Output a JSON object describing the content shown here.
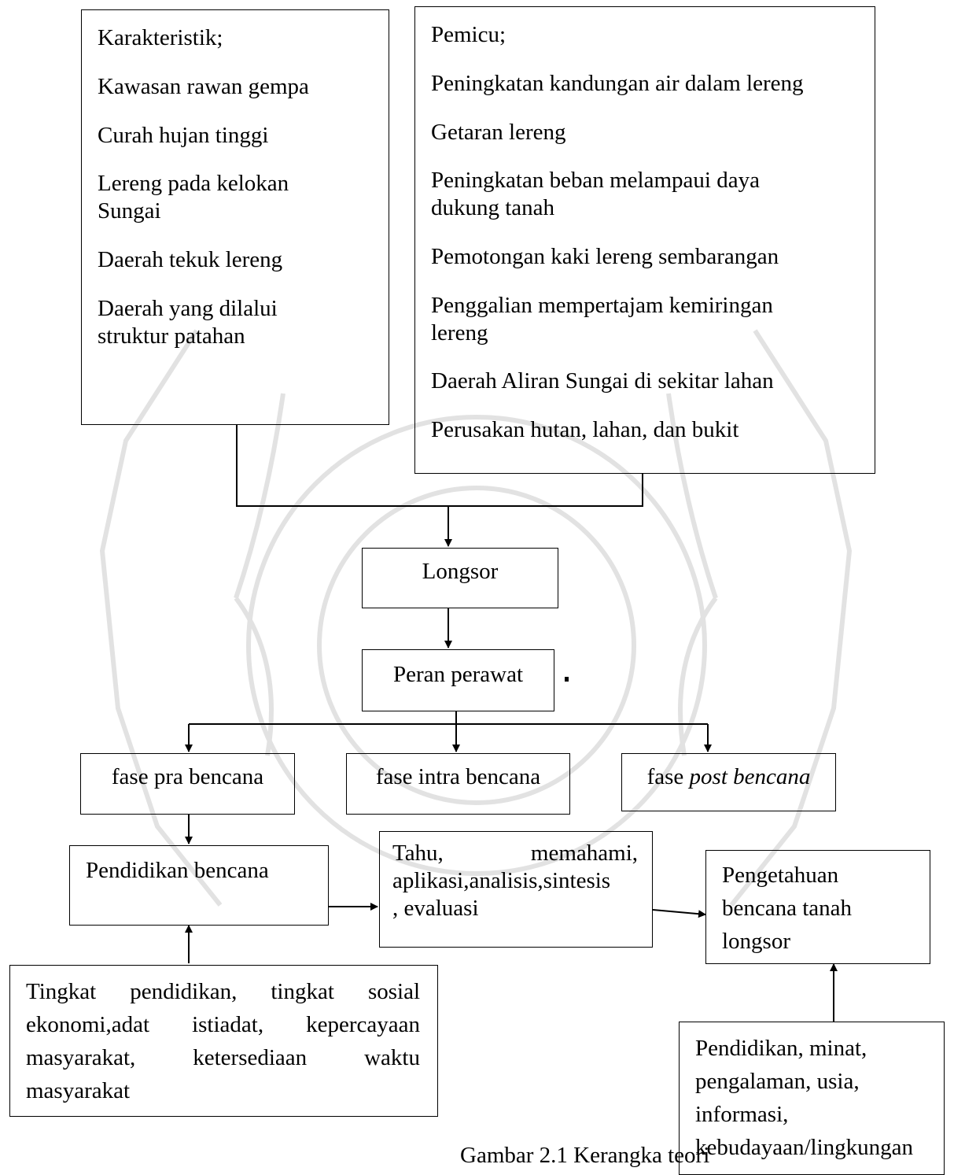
{
  "karakteristik": {
    "heading": "Karakteristik;",
    "items": [
      "Kawasan rawan gempa",
      "Curah hujan tinggi",
      "Lereng pada kelokan Sungai",
      "Daerah tekuk lereng",
      "Daerah yang dilalui struktur patahan"
    ]
  },
  "pemicu": {
    "heading": "Pemicu;",
    "items": [
      "Peningkatan kandungan air dalam lereng",
      "Getaran lereng",
      "Peningkatan beban  melampaui daya dukung tanah",
      "Pemotongan kaki lereng sembarangan",
      "Penggalian mempertajam kemiringan lereng",
      "Daerah Aliran Sungai di sekitar lahan",
      "Perusakan hutan, lahan, dan bukit"
    ]
  },
  "longsor": "Longsor",
  "peran": "Peran perawat",
  "phases": {
    "pra": "fase pra bencana",
    "intra": "fase intra bencana",
    "post_prefix": "fase",
    "post_italic": "post bencana"
  },
  "pendidikan": "Pendidikan bencana",
  "cognitive": {
    "line1_a": "Tahu,",
    "line1_b": "memahami,",
    "line2": "aplikasi,analisis,sintesis",
    "line3": ", evaluasi"
  },
  "pengetahuan": [
    "Pengetahuan",
    "bencana tanah",
    "longsor"
  ],
  "factors_left": "Tingkat pendidikan, tingkat sosial ekonomi,adat istiadat, kepercayaan masyarakat, ketersediaan waktu masyarakat",
  "factors_right": [
    "Pendidikan, minat,",
    "pengalaman, usia,",
    "informasi,",
    "kebudayaan/lingkungan"
  ],
  "caption": "Gambar 2.1 Kerangka teori"
}
